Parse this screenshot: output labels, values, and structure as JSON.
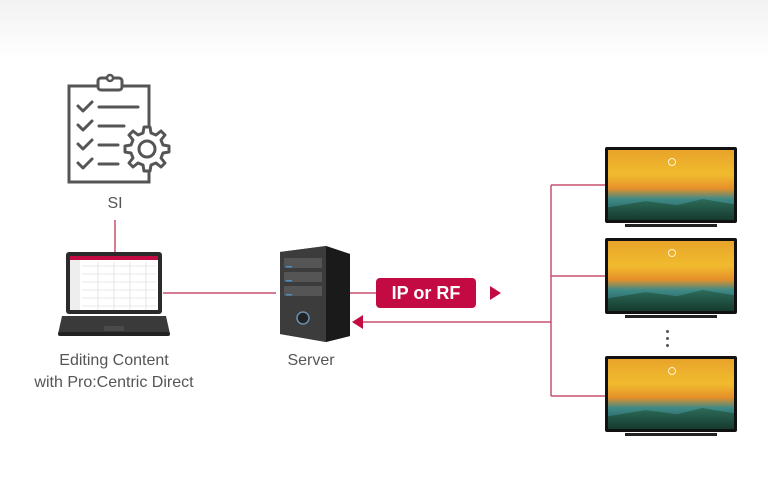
{
  "nodes": {
    "si": {
      "label": "SI"
    },
    "laptop": {
      "label_line1": "Editing Content",
      "label_line2": "with Pro:Centric Direct"
    },
    "server": {
      "label": "Server"
    }
  },
  "link": {
    "label": "IP or RF"
  },
  "colors": {
    "accent": "#c30a42",
    "line": "#c9506e",
    "text": "#555555"
  },
  "icons": [
    "clipboard-gear-icon",
    "laptop-icon",
    "server-icon",
    "tv-icon"
  ]
}
